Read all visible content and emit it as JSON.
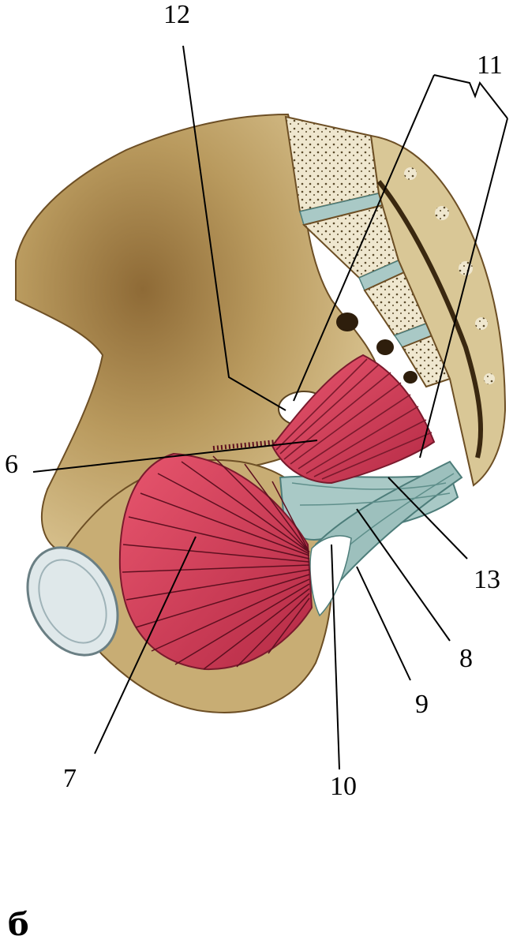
{
  "figure": {
    "panel_letter": "б",
    "labels": {
      "l6": "6",
      "l7": "7",
      "l8": "8",
      "l9": "9",
      "l10": "10",
      "l11": "11",
      "l12": "12",
      "l13": "13"
    },
    "colors": {
      "bone": "#b99a5e",
      "bone_dark": "#7c5b2d",
      "bone_light": "#e2cf9f",
      "muscle": "#d93a56",
      "muscle_dark": "#7a1a2d",
      "ligament": "#a9c9c6",
      "ligament_dark": "#4d7d7a",
      "leader_line": "#000000"
    }
  }
}
